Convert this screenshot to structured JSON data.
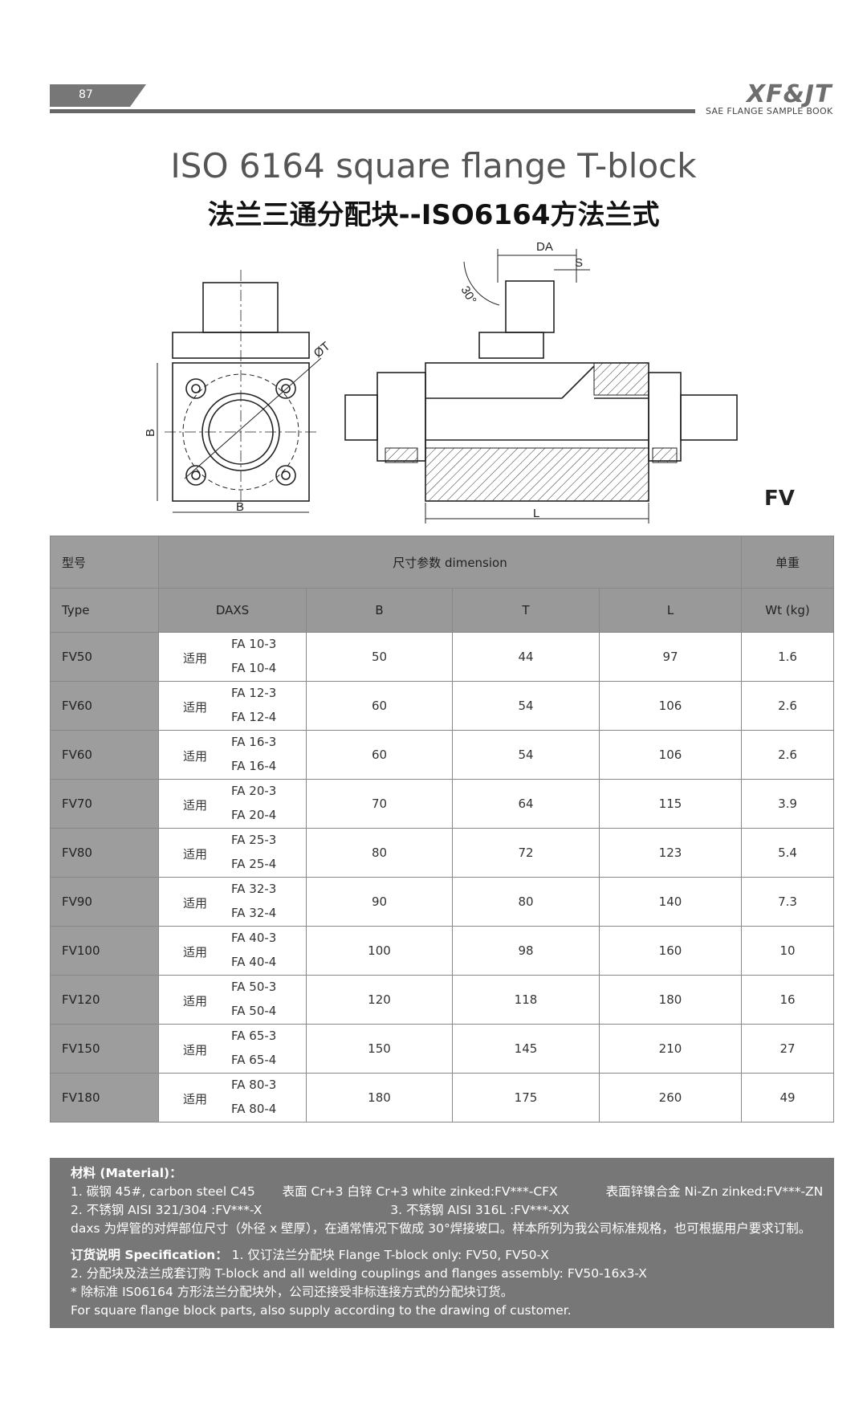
{
  "header": {
    "page_number": "87",
    "brand": "XF&JT",
    "brand_subtitle": "SAE FLANGE SAMPLE BOOK"
  },
  "title": {
    "english": "ISO 6164 square flange T-block",
    "chinese": "法兰三通分配块--ISO6164方法兰式"
  },
  "drawing": {
    "labels": {
      "da": "DA",
      "s": "S",
      "angle": "30°",
      "phi_t": "ØT",
      "b_vertical": "B",
      "b_horizontal": "B",
      "l": "L"
    },
    "model_code": "FV"
  },
  "table": {
    "header_model": "型号",
    "header_dimension": "尺寸参数 dimension",
    "header_weight": "单重",
    "col_type": "Type",
    "col_daxs": "DAXS",
    "col_b": "B",
    "col_t": "T",
    "col_l": "L",
    "col_wt": "Wt (kg)",
    "use_label": "适用",
    "rows": [
      {
        "type": "FV50",
        "fa1": "FA  10-3",
        "fa2": "FA  10-4",
        "b": "50",
        "t": "44",
        "l": "97",
        "wt": "1.6"
      },
      {
        "type": "FV60",
        "fa1": "FA  12-3",
        "fa2": "FA  12-4",
        "b": "60",
        "t": "54",
        "l": "106",
        "wt": "2.6"
      },
      {
        "type": "FV60",
        "fa1": "FA  16-3",
        "fa2": "FA  16-4",
        "b": "60",
        "t": "54",
        "l": "106",
        "wt": "2.6"
      },
      {
        "type": "FV70",
        "fa1": "FA  20-3",
        "fa2": "FA  20-4",
        "b": "70",
        "t": "64",
        "l": "115",
        "wt": "3.9"
      },
      {
        "type": "FV80",
        "fa1": "FA  25-3",
        "fa2": "FA  25-4",
        "b": "80",
        "t": "72",
        "l": "123",
        "wt": "5.4"
      },
      {
        "type": "FV90",
        "fa1": "FA  32-3",
        "fa2": "FA  32-4",
        "b": "90",
        "t": "80",
        "l": "140",
        "wt": "7.3"
      },
      {
        "type": "FV100",
        "fa1": "FA  40-3",
        "fa2": "FA  40-4",
        "b": "100",
        "t": "98",
        "l": "160",
        "wt": "10"
      },
      {
        "type": "FV120",
        "fa1": "FA  50-3",
        "fa2": "FA  50-4",
        "b": "120",
        "t": "118",
        "l": "180",
        "wt": "16"
      },
      {
        "type": "FV150",
        "fa1": "FA  65-3",
        "fa2": "FA  65-4",
        "b": "150",
        "t": "145",
        "l": "210",
        "wt": "27"
      },
      {
        "type": "FV180",
        "fa1": "FA  80-3",
        "fa2": "FA  80-4",
        "b": "180",
        "t": "175",
        "l": "260",
        "wt": "49"
      }
    ]
  },
  "notes": {
    "material_title": "材料 (Material)：",
    "m1": "1. 碳钢 45#, carbon steel C45",
    "m1b": "表面 Cr+3 白锌 Cr+3 white zinked:FV***-CFX",
    "m1c": "表面锌镍合金 Ni-Zn zinked:FV***-ZN",
    "m2": "2.  不锈钢 AISI 321/304    :FV***-X",
    "m3": "3. 不锈钢 AISI 316L  :FV***-XX",
    "daxs_note": "daxs 为焊管的对焊部位尺寸（外径 x 壁厚），在通常情况下做成 30°焊接坡口。样本所列为我公司标准规格，也可根据用户要求订制。",
    "spec_title": "订货说明 Specification：",
    "s1": "1. 仅订法兰分配块 Flange T-block only: FV50, FV50-X",
    "s2": "2. 分配块及法兰成套订购 T-block and all welding couplings and flanges assembly: FV50-16x3-X",
    "s3": "* 除标准 IS06164 方形法兰分配块外，公司还接受非标连接方式的分配块订货。",
    "s4": "For square flange block parts, also supply according to the drawing of customer."
  }
}
